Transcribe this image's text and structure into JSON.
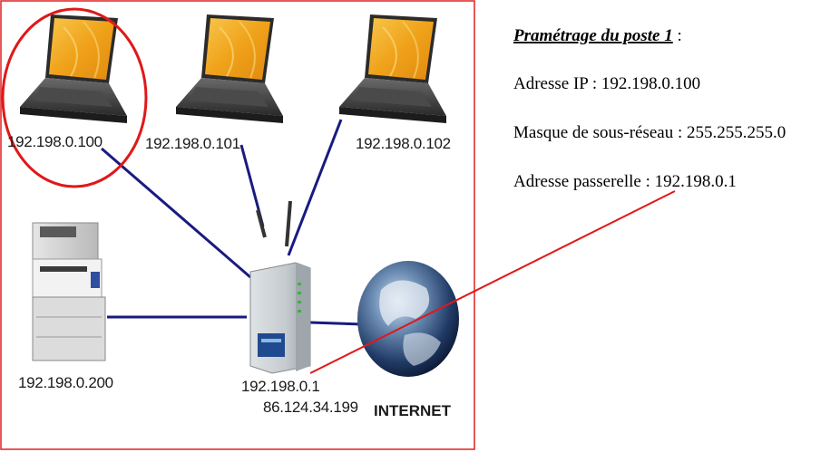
{
  "network": {
    "hosts": [
      {
        "label": "192.198.0.100"
      },
      {
        "label": "192.198.0.101"
      },
      {
        "label": "192.198.0.102"
      }
    ],
    "printer": {
      "label": "192.198.0.200"
    },
    "router": {
      "ip_lan": "192.198.0.1",
      "ip_wan": "86.124.34.199"
    },
    "internet": {
      "label": "INTERNET"
    }
  },
  "parametrage": {
    "title": "Pramétrage du poste 1",
    "colon": " :",
    "ip": "Adresse IP : 192.198.0.100",
    "mask": "Masque de sous-réseau : 255.255.255.0",
    "gateway": "Adresse passerelle : 192.198.0.1"
  },
  "colors": {
    "frame": "#e02020",
    "highlight": "#e01818",
    "link": "#1a1a80",
    "annotation": "#e01818"
  }
}
